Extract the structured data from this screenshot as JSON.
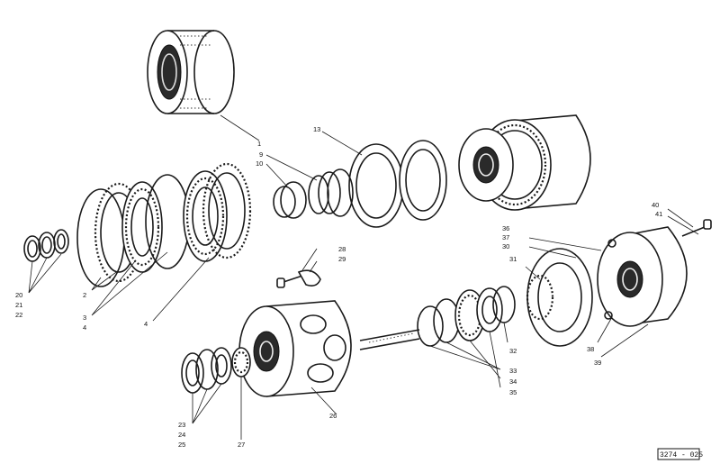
{
  "callouts": {
    "n1": "1",
    "n2": "2",
    "n3": "3",
    "n4a": "4",
    "n4b": "4",
    "n9": "9",
    "n10": "10",
    "n13": "13",
    "n20": "20",
    "n21": "21",
    "n22": "22",
    "n23": "23",
    "n24": "24",
    "n25": "25",
    "n26": "26",
    "n27": "27",
    "n28": "28",
    "n29": "29",
    "n30": "30",
    "n31": "31",
    "n32": "32",
    "n33": "33",
    "n34": "34",
    "n35": "35",
    "n36": "36",
    "n37": "37",
    "n38": "38",
    "n39": "39",
    "n40": "40",
    "n41": "41"
  },
  "figure_code": "3274 - 025"
}
